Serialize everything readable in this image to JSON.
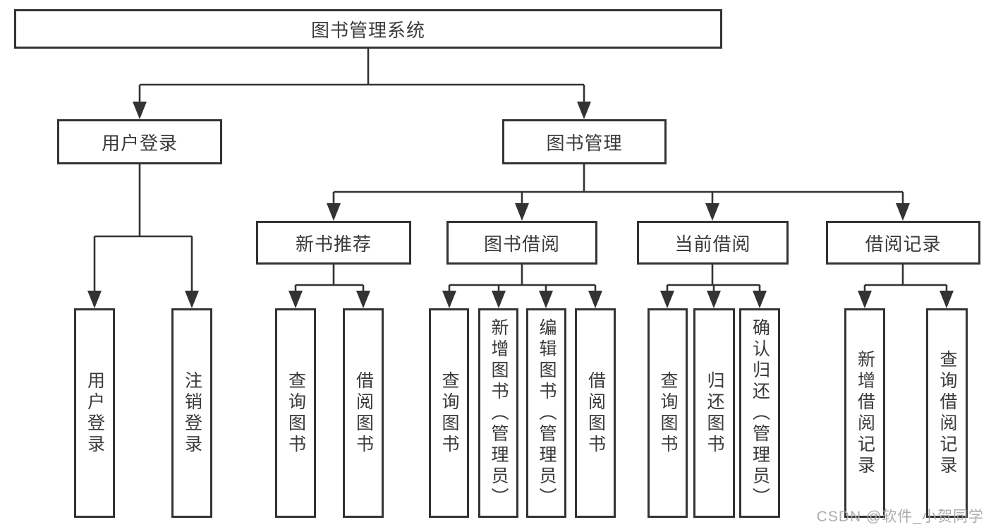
{
  "diagram": {
    "root": "图书管理系统",
    "branches": [
      {
        "label": "用户登录",
        "children": [
          "用户登录",
          "注销登录"
        ]
      },
      {
        "label": "图书管理",
        "sections": [
          {
            "label": "新书推荐",
            "children": [
              "查询图书",
              "借阅图书"
            ]
          },
          {
            "label": "图书借阅",
            "children": [
              "查询图书",
              "新增图书（管理员）",
              "编辑图书（管理员）",
              "借阅图书"
            ]
          },
          {
            "label": "当前借阅",
            "children": [
              "查询图书",
              "归还图书",
              "确认归还（管理员）"
            ]
          },
          {
            "label": "借阅记录",
            "children": [
              "新增借阅记录",
              "查询借阅记录"
            ]
          }
        ]
      }
    ]
  },
  "watermark": "CSDN @软件_小贺同学",
  "colors": {
    "line": "#333333",
    "box_border": "#333333",
    "text": "#3a3a3a",
    "watermark": "#a8a8a8",
    "background": "#ffffff"
  }
}
